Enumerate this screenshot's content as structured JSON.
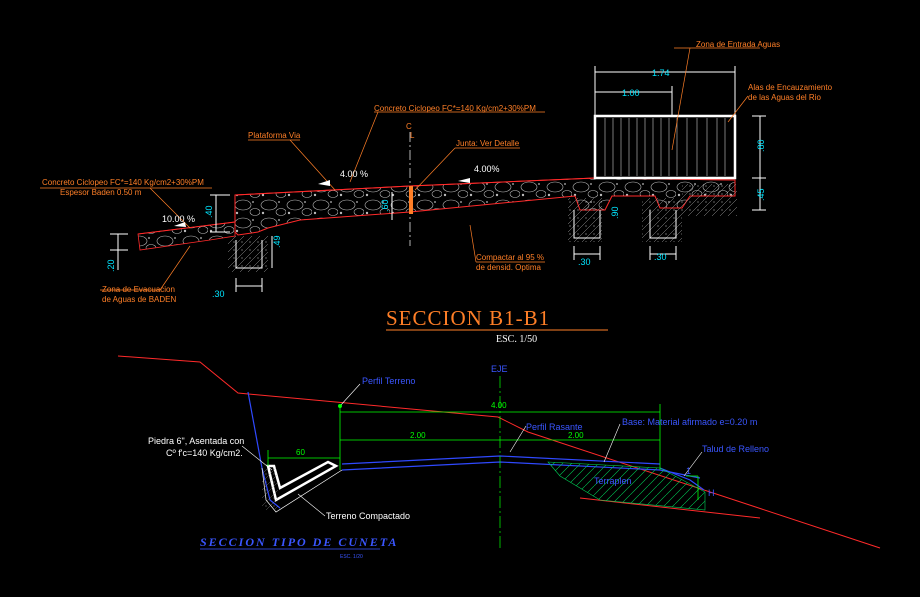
{
  "section_b1": {
    "zona_entrada": "Zona de Entrada Aguas",
    "dim_174": "1.74",
    "dim_100": "1.00",
    "alas": "Alas de Encauzamiento",
    "alas_2": "de las Aguas del Rio",
    "dim_80": ".80",
    "dim_45": ".45",
    "concreto_top": "Concreto Ciclopeo FC*=140 Kg/cm2+30%PM",
    "cl_c": "C",
    "cl_l": "L",
    "plataforma": "Plataforma Via",
    "junta": "Junta: Ver Detalle",
    "pct_left": "4.00 %",
    "pct_right": "4.00%",
    "concreto_left": "Concreto Ciclopeo FC*=140 Kg/cm2+30%PM",
    "espesor": "Espesor Baden 0.50 m",
    "dim_40": ".40",
    "dim_60": ".60",
    "pct_10": "10.00 %",
    "dim_49": ".49",
    "dim_20": ".20",
    "zona_evac": "Zona de Evacuacion",
    "zona_evac_2": "de Aguas de BADEN",
    "dim_30a": ".30",
    "compactar": "Compactar al 95 %",
    "compactar_2": "de densid. Optima",
    "dim_30b": ".30",
    "dim_30c": ".30",
    "dim_90": ".90",
    "title": "SECCION B1-B1",
    "scale": "ESC. 1/50"
  },
  "section_cuneta": {
    "eje": "EJE",
    "perfil_terreno": "Perfil Terreno",
    "dim_400": "4.00",
    "perfil_rasante": "Perfil Rasante",
    "base": "Base: Material afirmado e=0.20 m",
    "dim_200a": "2.00",
    "dim_200b": "2.00",
    "piedra": "Piedra 6\", Asentada con",
    "piedra_2": "Cº f'c=140 Kg/cm2.",
    "talud": "Talud de Relleno",
    "dim_60": "60",
    "terraplen": "Terraplen",
    "h": "H",
    "one": "1",
    "terreno_compactado": "Terreno Compactado",
    "title": "SECCION TIPO DE CUNETA",
    "scale": "ESC. 1/20"
  },
  "colors": {
    "background": "#000000",
    "annotation": "#ff7f27",
    "dimension": "#00e5ff",
    "terrain": "#ff2a2a",
    "profile": "#2f49ff",
    "green_dim": "#00ff00"
  }
}
